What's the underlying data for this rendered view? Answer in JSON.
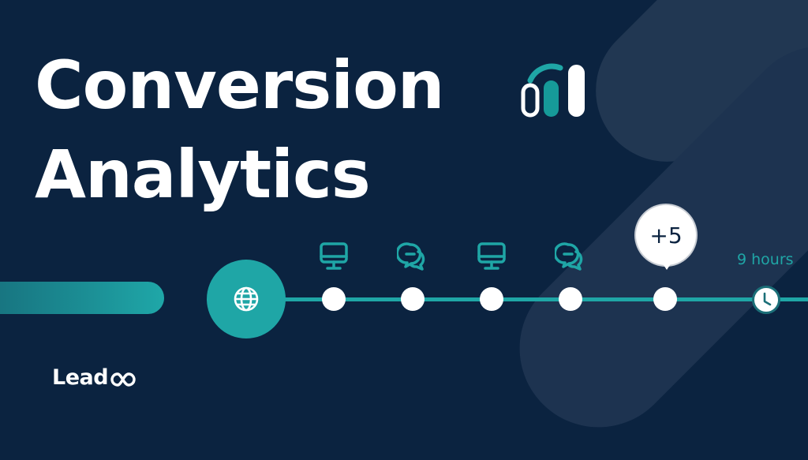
{
  "title": {
    "line1": "Conversion",
    "line2": "Analytics"
  },
  "colors": {
    "background": "#0b2340",
    "accent": "#1fa6a6",
    "white": "#ffffff",
    "shape": "#1f3550"
  },
  "timeline": {
    "start_icon": "globe-icon",
    "steps": [
      {
        "icon": "monitor-icon"
      },
      {
        "icon": "chat-bubbles-icon"
      },
      {
        "icon": "monitor-icon"
      },
      {
        "icon": "chat-bubbles-icon"
      },
      {
        "icon": "none",
        "badge": "+5"
      }
    ],
    "end_icon": "clock-icon",
    "end_label": "9 hours"
  },
  "chart_icon": "bar-chart-icon",
  "brand": {
    "name_text": "Lead",
    "logo_suffix_icon": "infinity-icon"
  }
}
